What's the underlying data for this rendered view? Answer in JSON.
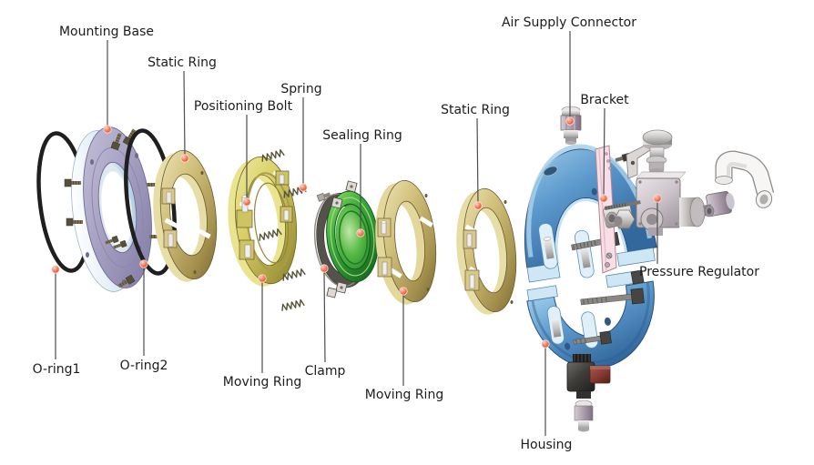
{
  "labels": {
    "mounting_base": "Mounting Base",
    "static_ring_left": "Static Ring",
    "positioning_bolt": "Positioning Bolt",
    "spring": "Spring",
    "sealing_ring": "Sealing Ring",
    "static_ring_right": "Static Ring",
    "air_supply_connector": "Air Supply Connector",
    "bracket": "Bracket",
    "pressure_regulator": "Pressure Regulator",
    "o_ring_1": "O-ring1",
    "o_ring_2": "O-ring2",
    "moving_ring_left": "Moving Ring",
    "clamp": "Clamp",
    "moving_ring_right": "Moving Ring",
    "housing": "Housing"
  },
  "colors": {
    "background": "#ffffff",
    "label_text": "#1c1c1c",
    "leader_line": "#4d4d4d",
    "marker_dot": "#f3704e",
    "o_ring": "#1f1f1f",
    "mounting_base_face": "#a9a4c4",
    "ring_tan": "#d2c17c",
    "moving_ring_olive": "#d8cf6a",
    "sealing_ring_green": "#3fae3e",
    "clamp_band_gray": "#54524a",
    "housing_blue": "#5b98cc",
    "housing_blue_light": "#cfe7f5",
    "bracket_pink": "#f8dee6",
    "metal_gray": "#c9c7c5",
    "valve_dark": "#403e3b",
    "valve_red": "#84392f"
  }
}
